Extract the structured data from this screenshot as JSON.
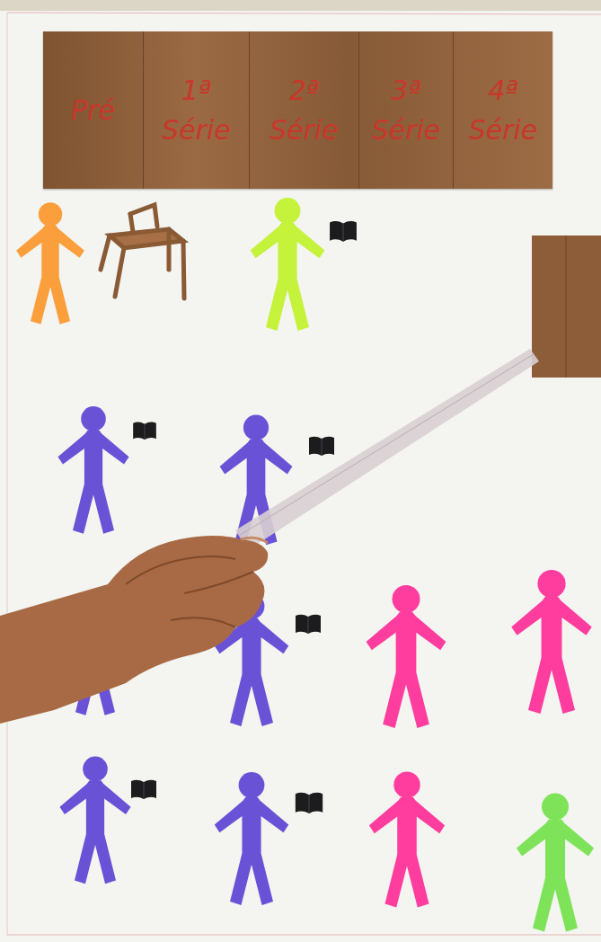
{
  "diagram": {
    "nodes": [
      {
        "text": [
          "Pré",
          "1ª Série",
          "2ª Série",
          "3ª Série",
          "4ª Série"
        ]
      }
    ]
  }
}
